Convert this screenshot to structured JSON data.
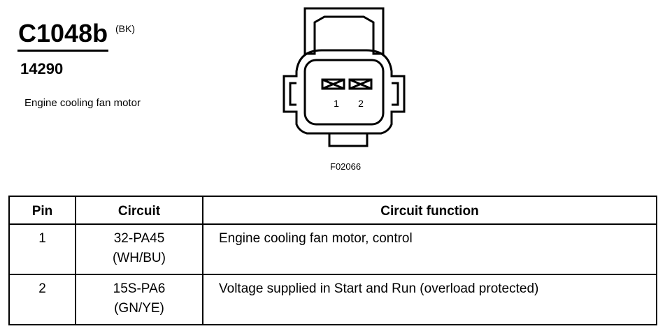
{
  "header": {
    "connector_id": "C1048b",
    "color_code": "(BK)",
    "part_number": "14290",
    "description": "Engine cooling fan motor"
  },
  "diagram": {
    "pin_labels": [
      "1",
      "2"
    ],
    "figure_code": "F02066"
  },
  "table": {
    "headers": {
      "pin": "Pin",
      "circuit": "Circuit",
      "function": "Circuit function"
    },
    "rows": [
      {
        "pin": "1",
        "circuit": "32-PA45",
        "wire_color": "(WH/BU)",
        "function": "Engine cooling fan motor, control"
      },
      {
        "pin": "2",
        "circuit": "15S-PA6",
        "wire_color": "(GN/YE)",
        "function": "Voltage supplied in Start and Run (overload protected)"
      }
    ]
  }
}
